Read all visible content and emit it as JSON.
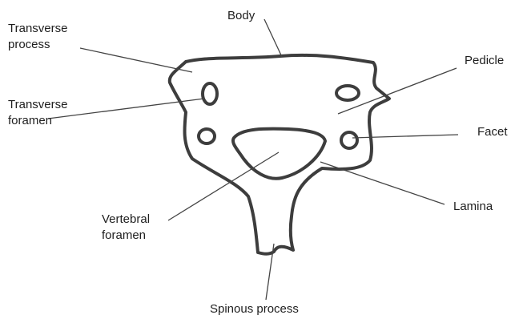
{
  "labels": {
    "body": "Body",
    "transverse_process": [
      "Transverse",
      "process"
    ],
    "transverse_foramen": [
      "Transverse",
      "foramen"
    ],
    "pedicle": "Pedicle",
    "facet": "Facet",
    "lamina": "Lamina",
    "vertebral_foramen": [
      "Vertebral",
      "foramen"
    ],
    "spinous_process": "Spinous process"
  },
  "colors": {
    "outline": "#3d3d3d",
    "text": "#1e1e1e",
    "background": "#ffffff"
  }
}
